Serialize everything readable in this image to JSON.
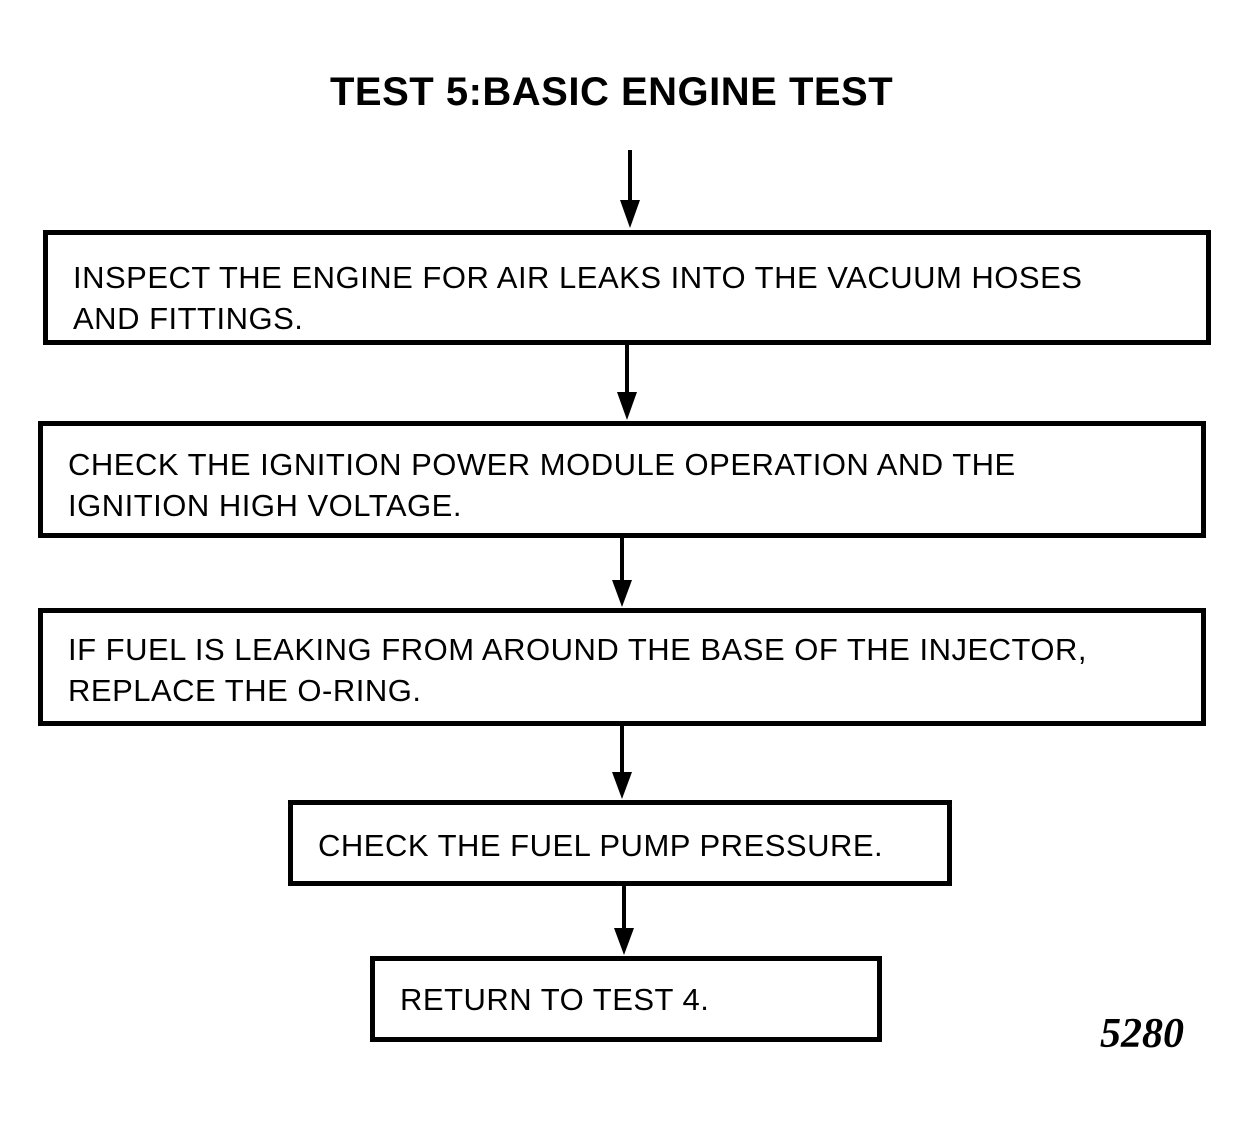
{
  "title": "TEST 5:BASIC ENGINE TEST",
  "steps": [
    {
      "text": "INSPECT THE ENGINE FOR AIR LEAKS INTO THE VACUUM HOSES\nAND FITTINGS."
    },
    {
      "text": "CHECK THE IGNITION POWER MODULE OPERATION AND THE\nIGNITION HIGH VOLTAGE."
    },
    {
      "text": "IF FUEL IS LEAKING FROM AROUND THE BASE OF THE INJECTOR,\nREPLACE THE O-RING."
    },
    {
      "text": "CHECK THE FUEL PUMP PRESSURE."
    },
    {
      "text": "RETURN TO TEST 4."
    }
  ],
  "figure_number": "5280",
  "colors": {
    "ink": "#000000",
    "background": "#ffffff"
  }
}
